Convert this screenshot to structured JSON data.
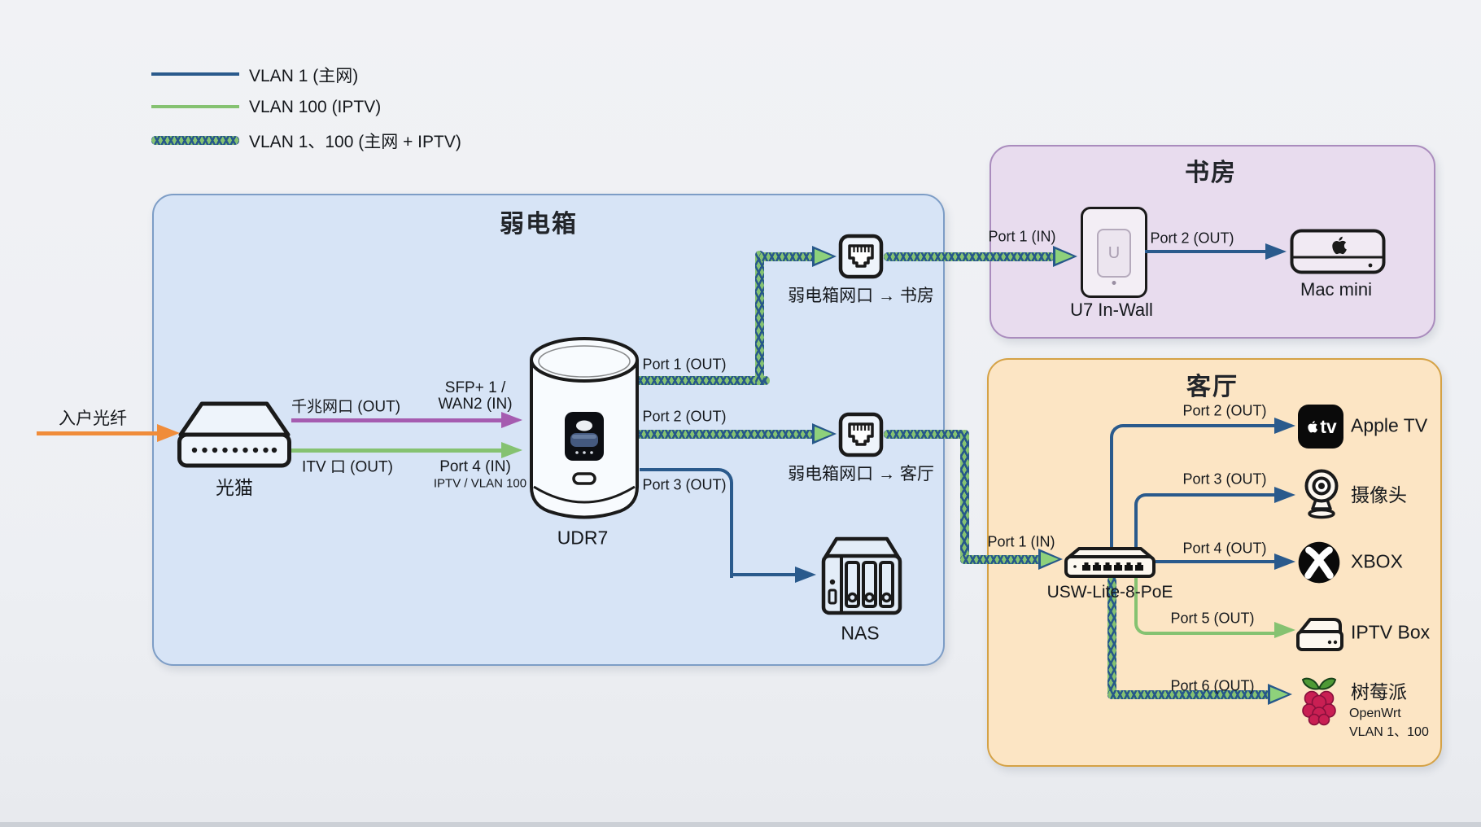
{
  "legend": {
    "items": [
      {
        "id": "vlan1",
        "label": "VLAN 1 (主网)",
        "style": "solid",
        "color": "#2a5a8c"
      },
      {
        "id": "vlan100",
        "label": "VLAN 100 (IPTV)",
        "style": "solid",
        "color": "#85c271"
      },
      {
        "id": "vlan1-100",
        "label": "VLAN 1、100 (主网 + IPTV)",
        "style": "braided",
        "color": "#85c271+#27588a"
      }
    ]
  },
  "colors": {
    "vlan1_navy": "#2a5a8c",
    "vlan100_green": "#85c271",
    "wan_purple": "#a55cb0",
    "fiber_orange": "#f08c3a",
    "weak_box_fill": "#d7e4f6",
    "weak_box_border": "#7d9dc6",
    "study_fill": "#e8dcee",
    "study_border": "#aa8cbd",
    "living_fill": "#fce5c4",
    "living_border": "#d5a246"
  },
  "weak_box": {
    "title": "弱电箱",
    "fiber_in": "入户光纤",
    "modem": {
      "name": "光猫",
      "out_top": "千兆网口 (OUT)",
      "out_bottom": "ITV 口 (OUT)"
    },
    "router": {
      "name": "UDR7",
      "in_top_1": "SFP+ 1 /",
      "in_top_2": "WAN2 (IN)",
      "in_bottom_1": "Port 4 (IN)",
      "in_bottom_2": "IPTV / VLAN 100",
      "port1": "Port 1 (OUT)",
      "port2": "Port 2 (OUT)",
      "port3": "Port 3 (OUT)"
    },
    "jack_study": "弱电箱网口 → 书房",
    "jack_living": "弱电箱网口 → 客厅",
    "nas": "NAS"
  },
  "study": {
    "title": "书房",
    "port_in": "Port 1 (IN)",
    "ap": {
      "name": "U7 In-Wall",
      "badge": "U"
    },
    "port_out": "Port 2 (OUT)",
    "device": "Mac mini"
  },
  "living": {
    "title": "客厅",
    "port_in": "Port 1 (IN)",
    "switch": "USW-Lite-8-PoE",
    "port2": "Port 2 (OUT)",
    "port3": "Port 3 (OUT)",
    "port4": "Port 4 (OUT)",
    "port5": "Port 5 (OUT)",
    "port6": "Port 6 (OUT)",
    "devices": {
      "appletv": {
        "label": "Apple TV",
        "badge_tv": "tv"
      },
      "camera": {
        "label": "摄像头"
      },
      "xbox": {
        "label": "XBOX"
      },
      "iptv": {
        "label": "IPTV Box"
      },
      "rpi": {
        "label": "树莓派",
        "sub1": "OpenWrt",
        "sub2": "VLAN 1、100"
      }
    }
  }
}
